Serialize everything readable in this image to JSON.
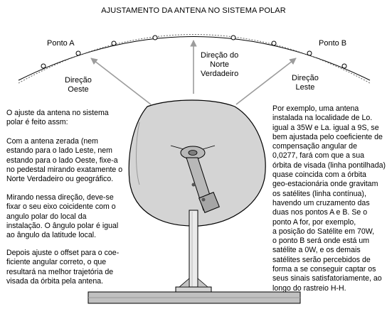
{
  "title": "AJUSTAMENTO DA ANTENA NO SISTEMA POLAR",
  "labels": {
    "ponto_a": "Ponto A",
    "ponto_b": "Ponto B",
    "direcao_oeste": "Direção\nOeste",
    "direcao_norte": "Direção do\nNorte\nVerdadeiro",
    "direcao_leste": "Direção\nLeste"
  },
  "left_text": [
    "O ajuste da antena no sistema\npolar é feito assm:",
    "Com a antena zerada (nem\nestando para o lado Leste, nem\nestando para o lado Oeste, fixe-a\nno pedestal mirando exatamente o\nNorte Verdadeiro ou geográfico.",
    "Mirando nessa direção, deve-se\nfixar o seu eixo coicidente com o\nangulo polar do local da\ninstalação. O ângulo polar é igual\nao ângulo da latitude local.",
    "Depois ajuste o offset para o coe-\nficiente angular correto, o que\nresultará na melhor trajetória de\nvisada da órbita pela antena."
  ],
  "right_text": "Por exemplo, uma antena\ninstalada na localidade de Lo.\nigual a 35W e La. igual a 9S, se\nbem ajustada pelo coeficiente de\ncompensação angular de\n0,0277, fará com que a sua\nórbita de visada (linha pontilhada)\nquase coincida com a órbita\ngeo-estacionária onde gravitam\nos satélites (linha contínua),\nhavendo um cruzamento das\nduas nos pontos A e B. Se o\nponto A for, por exemplo,\na posição do Satélite em 70W,\no ponto B será onde está um\nsatélite a 0W, e os demais\nsatélites serão percebidos de\nforma a se conseguir captar os\nseus sinais satisfatoriamente, ao\nlongo do rastreio H-H."
}
